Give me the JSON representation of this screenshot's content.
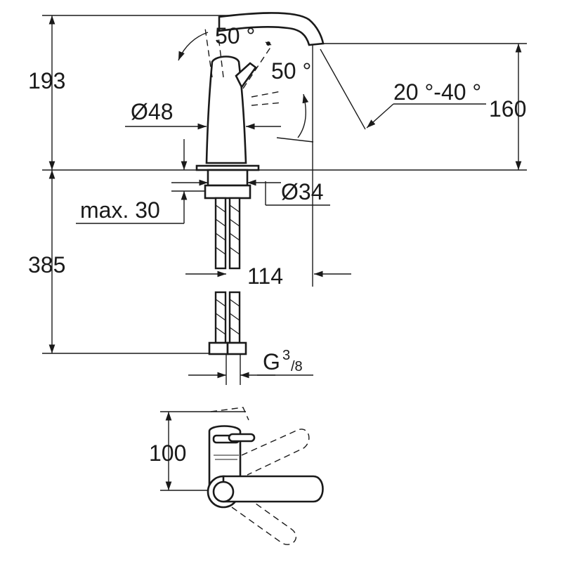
{
  "colors": {
    "ink": "#1a1a1a",
    "background": "#ffffff"
  },
  "dimensions": {
    "total_height_top": "193",
    "spout_height": "160",
    "lever_angle_top": "50 °",
    "lever_angle_side": "50 °",
    "aerator_swivel": "20 °-40 °",
    "body_diameter": "Ø48",
    "hole_diameter": "Ø34",
    "max_counter_thickness": "max. 30",
    "hose_length": "385",
    "spout_reach": "114",
    "connection_thread_prefix": "G",
    "connection_thread_num": "3",
    "connection_thread_den": "/8",
    "plan_view_depth": "100"
  }
}
